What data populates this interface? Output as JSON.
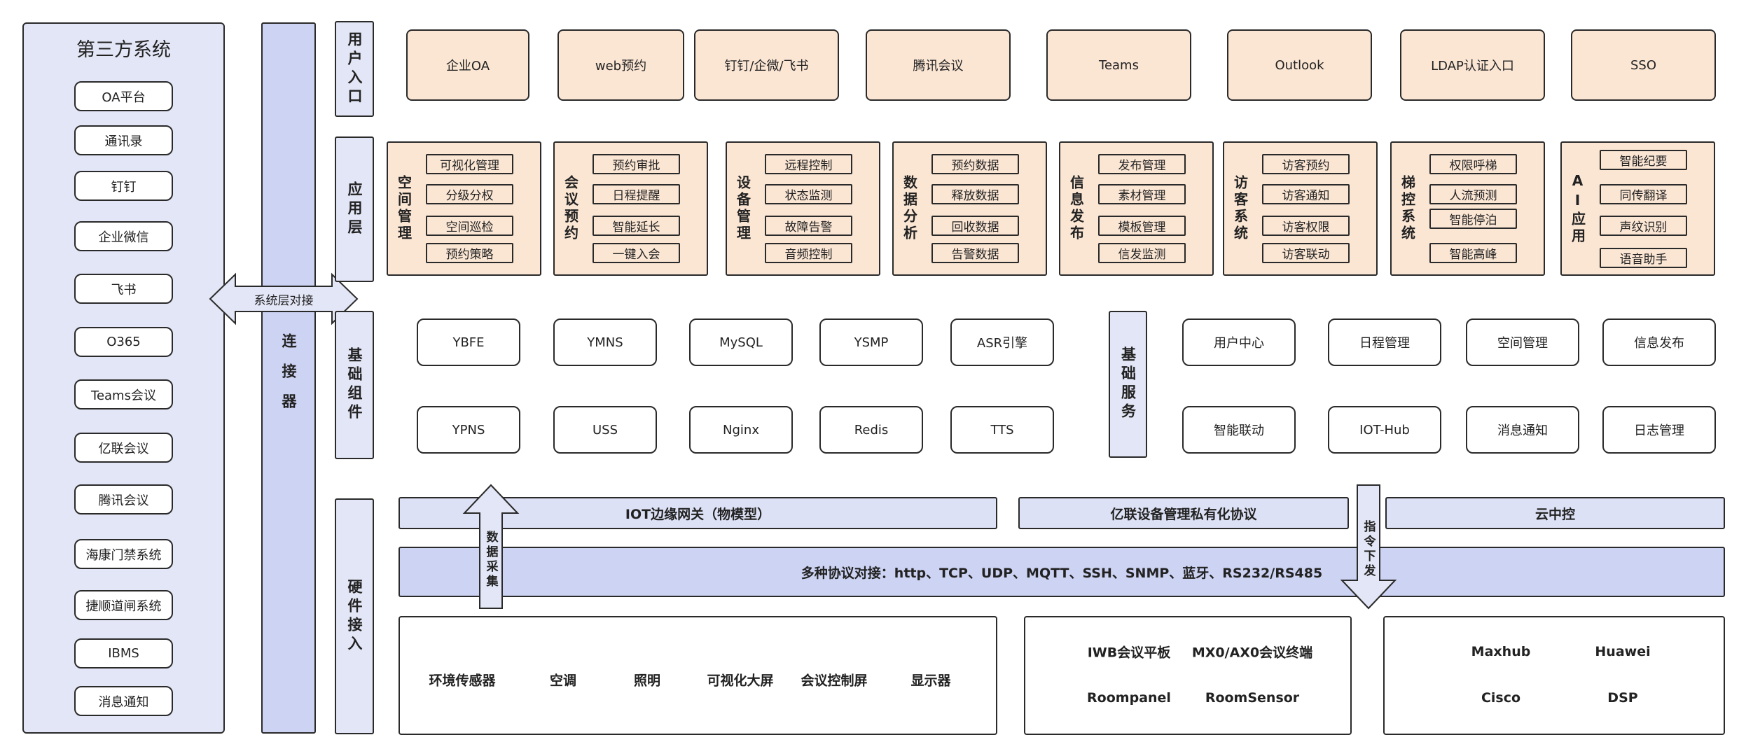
{
  "third_party": {
    "title": "第三方系统",
    "items": [
      "OA平台",
      "通讯录",
      "钉钉",
      "企业微信",
      "飞书",
      "O365",
      "Teams会议",
      "亿联会议",
      "腾讯会议",
      "海康门禁系统",
      "捷顺道闸系统",
      "IBMS",
      "消息通知"
    ]
  },
  "connector": {
    "label": "连接器",
    "arrow_label": "系统层对接"
  },
  "layers": {
    "user_entry": "用户入口",
    "application": "应用层",
    "base_components": "基础组件",
    "hardware": "硬件接入"
  },
  "user_entry_items": [
    "企业OA",
    "web预约",
    "钉钉/企微/飞书",
    "腾讯会议",
    "Teams",
    "Outlook",
    "LDAP认证入口",
    "SSO"
  ],
  "app_modules": [
    {
      "title": "空间管理",
      "items": [
        "可视化管理",
        "分级分权",
        "空间巡检",
        "预约策略"
      ]
    },
    {
      "title": "会议预约",
      "items": [
        "预约审批",
        "日程提醒",
        "智能延长",
        "一键入会"
      ]
    },
    {
      "title": "设备管理",
      "items": [
        "远程控制",
        "状态监测",
        "故障告警",
        "音频控制"
      ]
    },
    {
      "title": "数据分析",
      "items": [
        "预约数据",
        "释放数据",
        "回收数据",
        "告警数据"
      ]
    },
    {
      "title": "信息发布",
      "items": [
        "发布管理",
        "素材管理",
        "模板管理",
        "信发监测"
      ]
    },
    {
      "title": "访客系统",
      "items": [
        "访客预约",
        "访客通知",
        "访客权限",
        "访客联动"
      ]
    },
    {
      "title": "梯控系统",
      "items": [
        "权限呼梯",
        "人流预测",
        "智能停泊",
        "智能高峰"
      ]
    },
    {
      "title": "AI应用",
      "items": [
        "智能纪要",
        "同传翻译",
        "声纹识别",
        "语音助手"
      ]
    }
  ],
  "base_components": {
    "row1": [
      "YBFE",
      "YMNS",
      "MySQL",
      "YSMP",
      "ASR引擎"
    ],
    "row2": [
      "YPNS",
      "USS",
      "Nginx",
      "Redis",
      "TTS"
    ]
  },
  "base_services": {
    "label": "基础服务",
    "row1": [
      "用户中心",
      "日程管理",
      "空间管理",
      "信息发布"
    ],
    "row2": [
      "智能联动",
      "IOT-Hub",
      "消息通知",
      "日志管理"
    ]
  },
  "gateways": [
    "IOT边缘网关（物模型）",
    "亿联设备管理私有化协议",
    "云中控"
  ],
  "protocol_bar": "多种协议对接：http、TCP、UDP、MQTT、SSH、SNMP、蓝牙、RS232/RS485",
  "data_collect": "数据采集",
  "command_send": "指令下发",
  "hardware_boxes": {
    "box1": [
      "环境传感器",
      "空调",
      "照明",
      "可视化大屏",
      "会议控制屏",
      "显示器"
    ],
    "box2": [
      "IWB会议平板",
      "MX0/AX0会议终端",
      "Roompanel",
      "RoomSensor"
    ],
    "box3": [
      "Maxhub",
      "Huawei",
      "Cisco",
      "DSP"
    ]
  },
  "colors": {
    "blue_fill": "#cdd3f3",
    "light_blue_fill": "#e3e6f6",
    "peach_fill": "#fbe6d4",
    "stroke": "#2a2a2a"
  }
}
